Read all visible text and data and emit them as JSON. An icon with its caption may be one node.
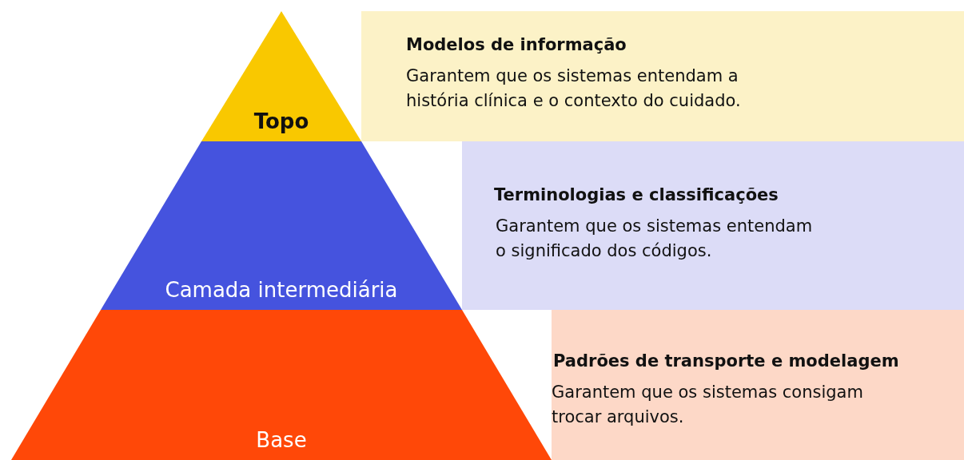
{
  "diagram": {
    "nodes": [
      {
        "text": [
          "Topo"
        ]
      },
      {
        "text": [
          "Modelos de informação",
          "Garantem que os sistemas entendam a história clínica e o contexto do cuidado."
        ]
      },
      {
        "text": [
          "Camada intermediária"
        ]
      },
      {
        "text": [
          "Terminologias e classificações",
          "Garantem que os sistemas entendam o significado dos códigos."
        ]
      },
      {
        "text": [
          "Base"
        ]
      },
      {
        "text": [
          "Padrões de transporte e modelagem",
          "Garantem que os sistemas consigam trocar arquivos."
        ]
      }
    ],
    "edges": []
  }
}
